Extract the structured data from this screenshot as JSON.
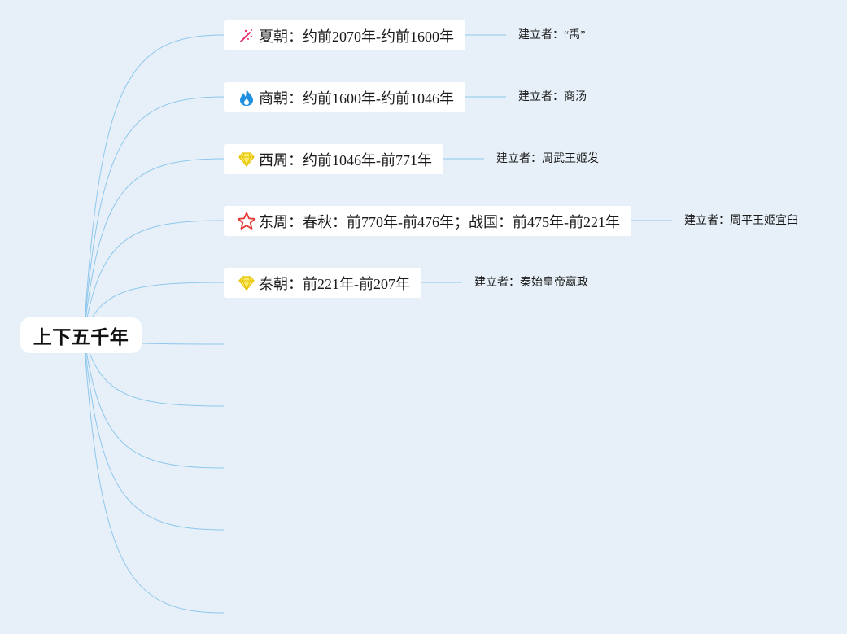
{
  "root": {
    "label": "上下五千年"
  },
  "topics": [
    {
      "icon": "magic-wand-icon",
      "label": "夏朝：约前2070年-约前1600年",
      "founder": "建立者：“禹”"
    },
    {
      "icon": "fire-icon",
      "label": "商朝：约前1600年-约前1046年",
      "founder": "建立者：商汤"
    },
    {
      "icon": "diamond-icon",
      "label": "西周：约前1046年-前771年",
      "founder": "建立者：周武王姬发"
    },
    {
      "icon": "star-icon",
      "label": "东周：春秋：前770年-前476年；战国：前475年-前221年",
      "founder": "建立者：周平王姬宜臼"
    },
    {
      "icon": "diamond-icon",
      "label": "秦朝：前221年-前207年",
      "founder": "建立者：秦始皇帝嬴政"
    }
  ],
  "empty_branch_count": 5,
  "colors": {
    "background": "#e7f0f8",
    "connector": "#8ec7ec",
    "wand": "#e8306e",
    "fire": "#1f8fe0",
    "diamond": "#f3d21b",
    "star": "#e53935"
  }
}
